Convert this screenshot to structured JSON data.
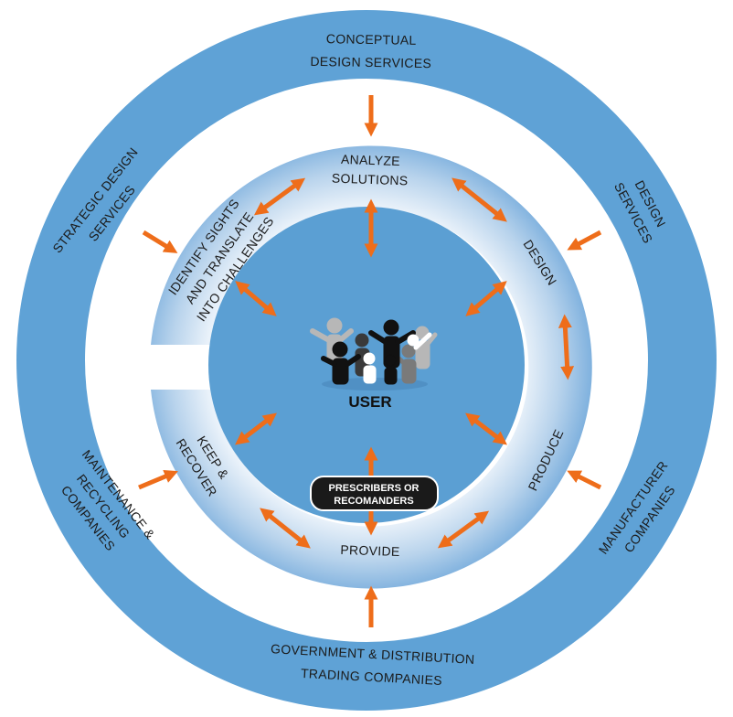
{
  "colors": {
    "outer_ring": "#5fa2d6",
    "inner_circle": "#5b9fd3",
    "arrow": "#ee6d1a",
    "pill": "#1a1a1a",
    "ring_light": "#ffffff"
  },
  "outer_ring": {
    "top": [
      "CONCEPTUAL",
      "DESIGN SERVICES"
    ],
    "upper_left": [
      "STRATEGIC DESIGN",
      "SERVICES"
    ],
    "upper_right": [
      "DESIGN",
      "SERVICES"
    ],
    "lower_left": [
      "MAINTENANCE &",
      "RECYCLING",
      "COMPANIES"
    ],
    "lower_right": [
      "MANUFACTURER",
      "COMPANIES"
    ],
    "bottom": [
      "GOVERNMENT & DISTRIBUTION",
      "TRADING COMPANIES"
    ]
  },
  "process_ring": {
    "analyze": [
      "ANALYZE",
      "SOLUTIONS"
    ],
    "identify": [
      "IDENTIFY SIGHTS",
      "AND TRANSLATE",
      "INTO CHALLENGES"
    ],
    "design": "DESIGN",
    "produce": "PRODUCE",
    "provide": "PROVIDE",
    "keep": [
      "KEEP &",
      "RECOVER"
    ]
  },
  "center": {
    "label": "USER",
    "icon": "people-group-icon"
  },
  "pill": [
    "PRESCRIBERS OR",
    "RECOMANDERS"
  ]
}
